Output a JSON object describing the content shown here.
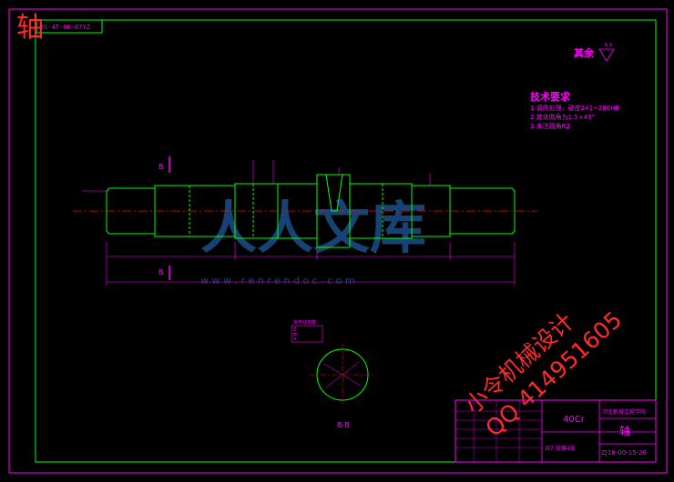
{
  "colors": {
    "background": "#000000",
    "frame": "#ff00ff",
    "part": "#00ff00",
    "dim": "#ff00ff",
    "center": "#ff0000",
    "text": "#ff00ff",
    "white": "#ffffff",
    "watermark": "#1e5a9a",
    "stamp": "#ff2a2a"
  },
  "drawing_code_top": "JS-4T-00-07YZ",
  "corner_title": "轴",
  "roughness_note": {
    "label": "其余",
    "value": "6.3"
  },
  "tech_requirements": {
    "heading": "技术要求",
    "items": [
      "1.调质处理，硬度241~286HB",
      "2.其余倒角为1.5×45°",
      "3.未注圆角R2"
    ]
  },
  "section_labels": {
    "cut": "B",
    "section_name": "B-B"
  },
  "spline_table": {
    "title": "渐开线花键",
    "rows": [
      "Z",
      "m",
      "α"
    ]
  },
  "stamp_text": {
    "line1": "小令机械设计",
    "line2": "QQ 414951605"
  },
  "watermark": {
    "url": "w w w . r e n r e n d o c . c o m"
  },
  "title_block": {
    "material": "40Cr",
    "company": "河北机械工程学院",
    "part_name": "轴",
    "drawing_no": "ZJ18-00-15-26",
    "scale_row": "共7 张第4张"
  }
}
